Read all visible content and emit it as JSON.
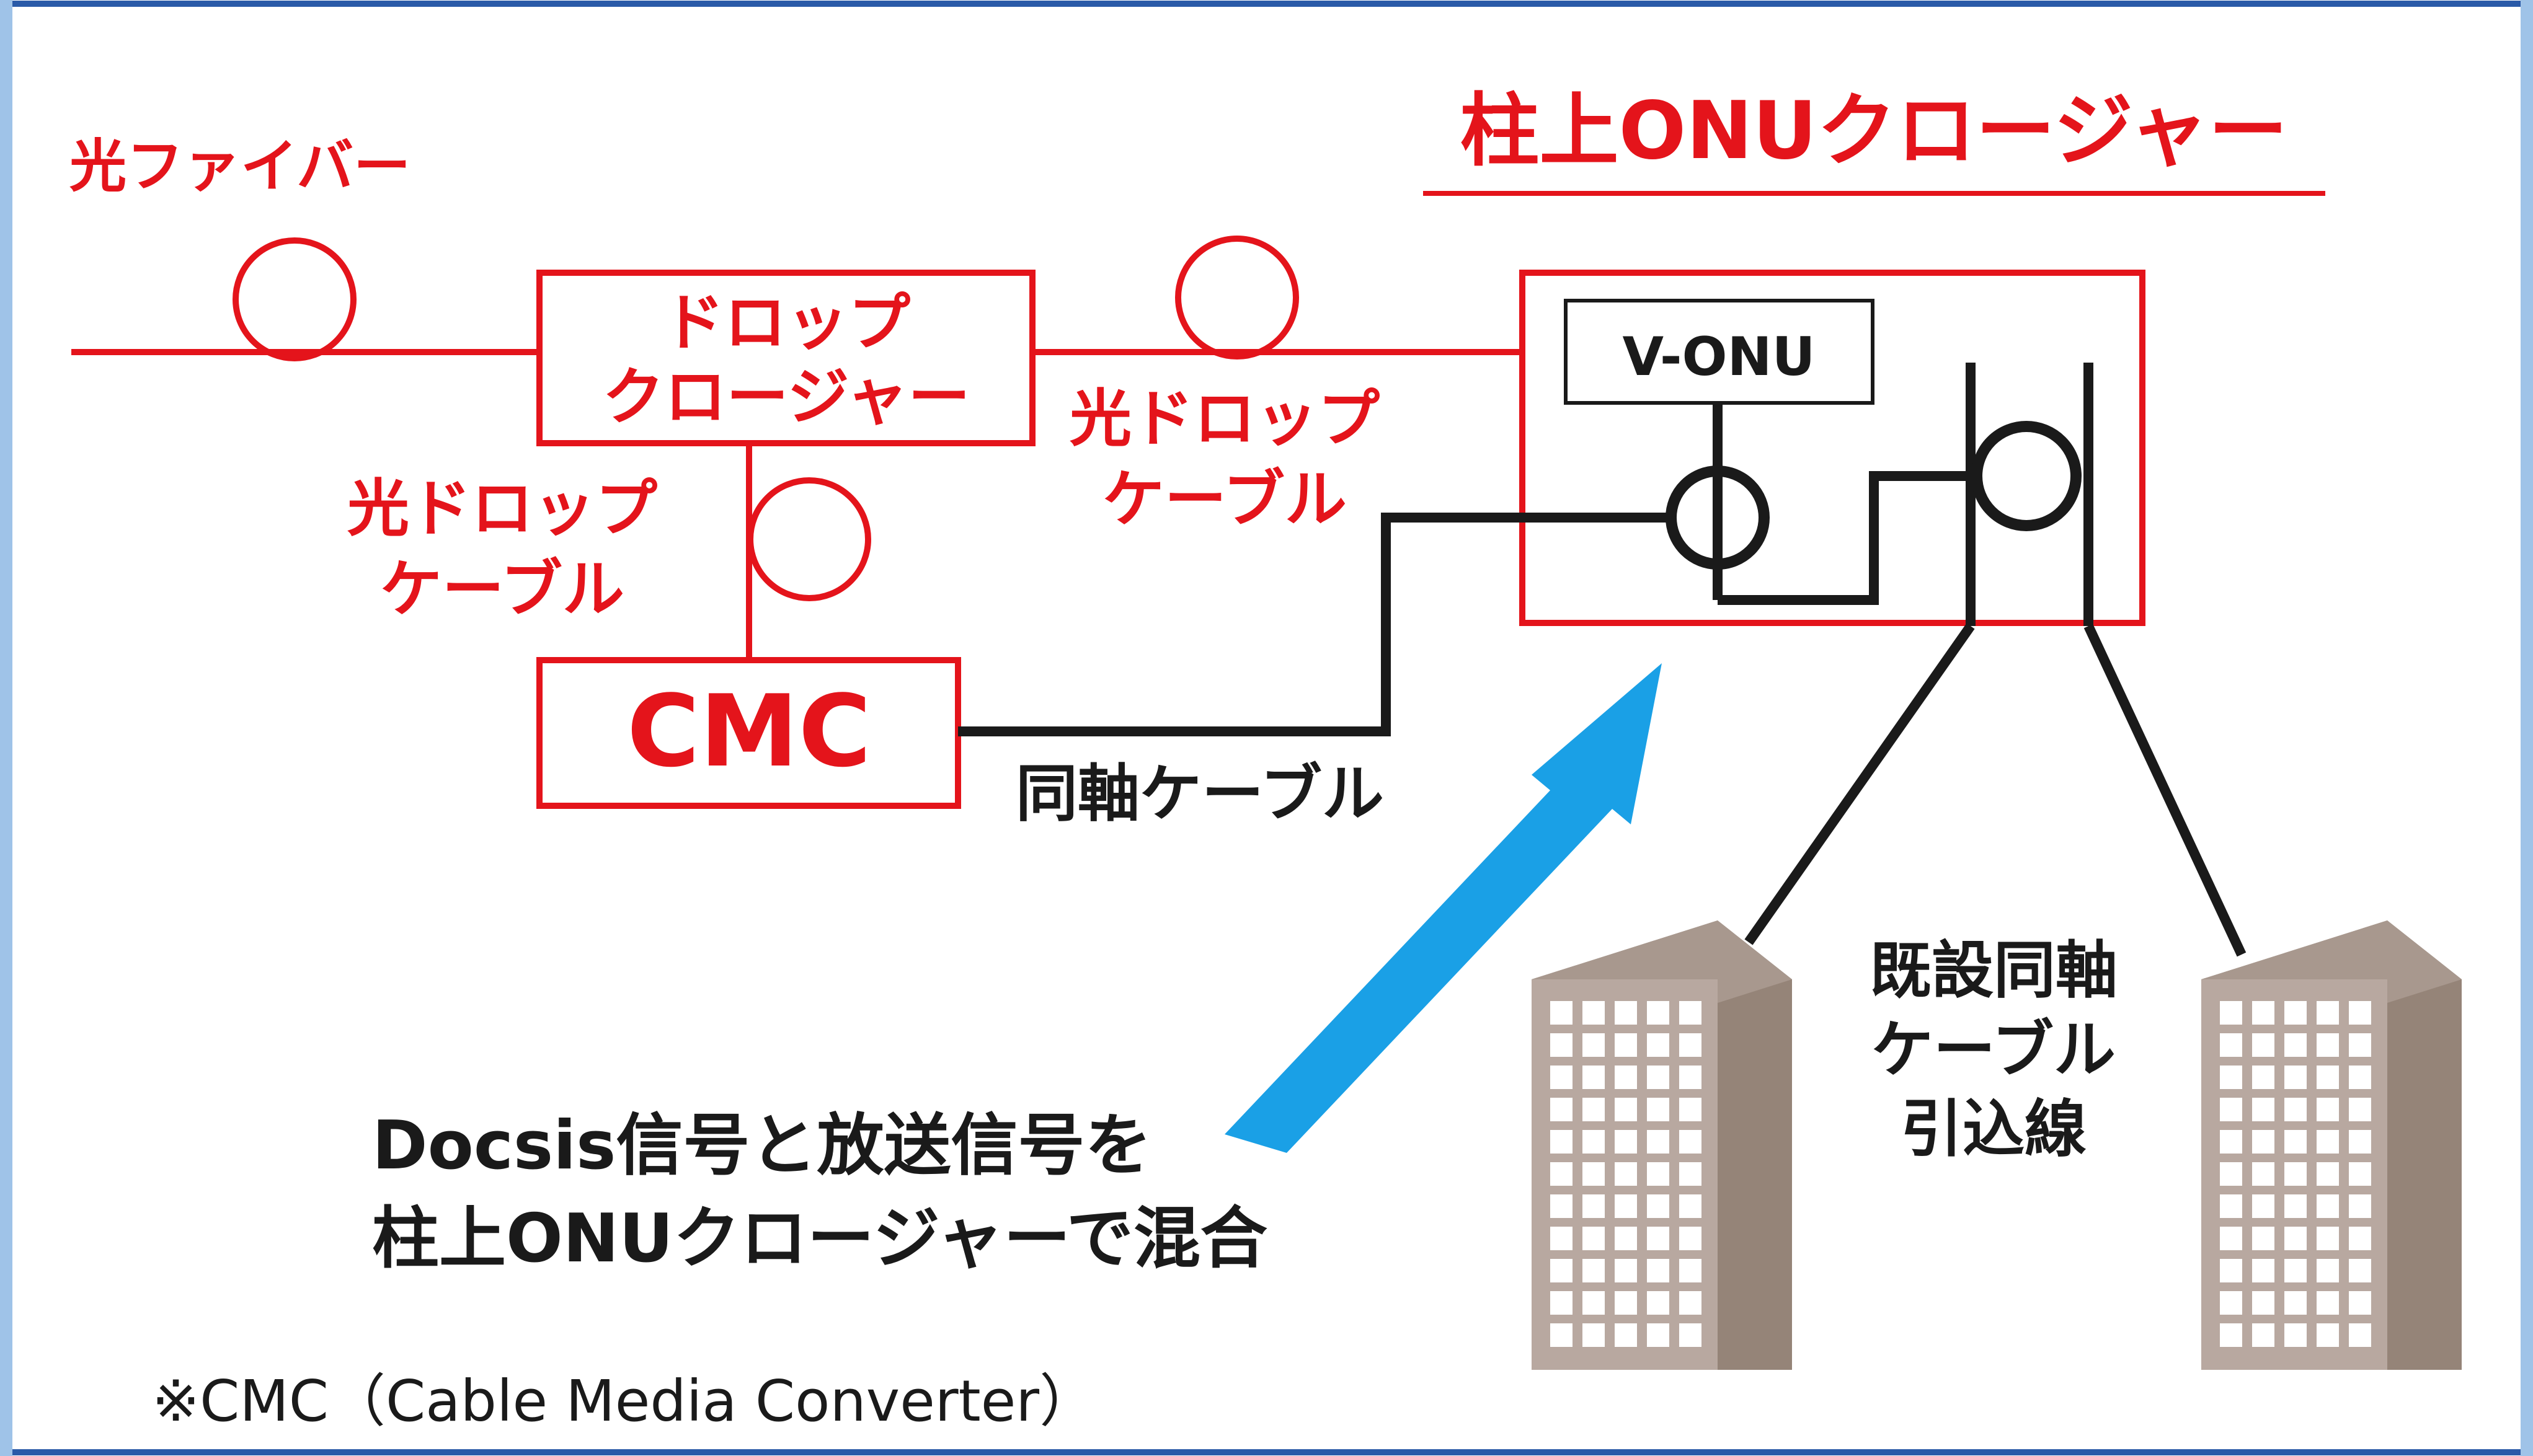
{
  "colors": {
    "accent_red": "#e4141b",
    "line_black": "#1a1a1a",
    "arrow_blue": "#1aa0e6",
    "building_wall": "#b8a8a0",
    "building_side": "#958478",
    "frame_blue": "#2a5aa8"
  },
  "labels": {
    "fiber": "光ファイバー",
    "drop_closure_line1": "ドロップ",
    "drop_closure_line2": "クロージャー",
    "drop_cable_left_line1": "光ドロップ",
    "drop_cable_left_line2": "ケーブル",
    "drop_cable_right_line1": "光ドロップ",
    "drop_cable_right_line2": "ケーブル",
    "cmc": "CMC",
    "coax_cable": "同軸ケーブル",
    "pole_onu_title": "柱上ONUクロージャー",
    "vonu": "V-ONU",
    "existing_line1": "既設同軸",
    "existing_line2": "ケーブル",
    "existing_line3": "引込線",
    "mix_line1": "Docsis信号と放送信号を",
    "mix_line2": "柱上ONUクロージャーで混合",
    "footnote": "※CMC（Cable Media Converter）"
  },
  "icons": {
    "fiber_loop": "fiber-slack-loop-icon",
    "coupler": "coupler-icon",
    "building": "office-building-icon",
    "arrow": "blue-arrow-icon"
  }
}
